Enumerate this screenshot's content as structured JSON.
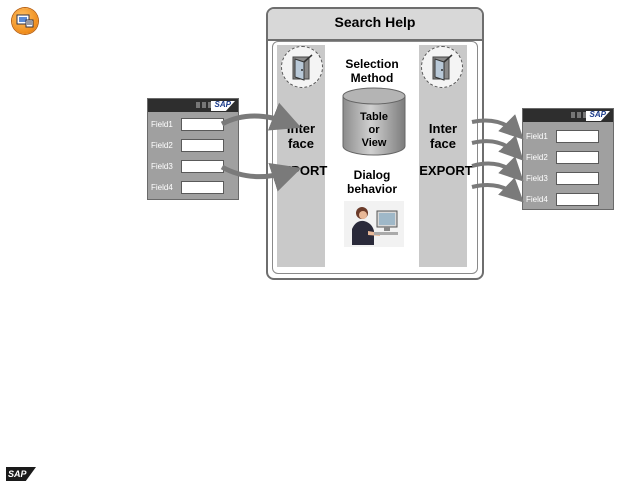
{
  "search_help": {
    "title": "Search Help",
    "selection_method_line1": "Selection",
    "selection_method_line2": "Method",
    "table_line1": "Table",
    "table_line2": "or",
    "table_line3": "View",
    "dialog_line1": "Dialog",
    "dialog_line2": "behavior",
    "left_interface_line1": "Inter",
    "left_interface_line2": "face",
    "import_label": "IMPORT",
    "right_interface_line1": "Inter",
    "right_interface_line2": "face",
    "export_label": "EXPORT"
  },
  "left_screen": {
    "logo": "SAP",
    "fields": [
      "Field1",
      "Field2",
      "Field3",
      "Field4"
    ]
  },
  "right_screen": {
    "logo": "SAP",
    "fields": [
      "Field1",
      "Field2",
      "Field3",
      "Field4"
    ]
  },
  "footer": {
    "logo": "SAP"
  },
  "colors": {
    "pillar": "#c9c9c9",
    "screen": "#a0a0a0",
    "arrow": "#7a7a7a",
    "icon_orange": "#f08c1a"
  },
  "icons": [
    "course-icon",
    "door-icon",
    "database-icon",
    "user-at-computer-icon"
  ]
}
